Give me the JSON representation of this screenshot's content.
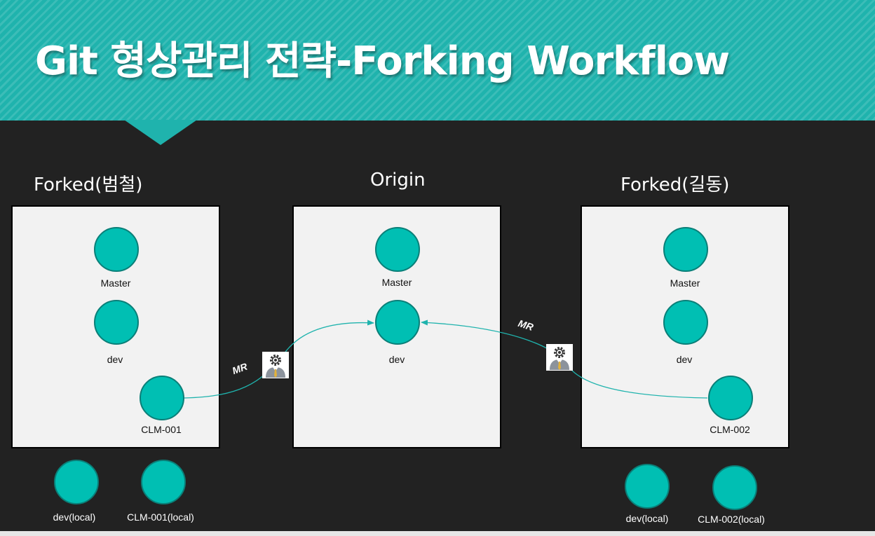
{
  "title": "Git 형상관리 전략-Forking Workflow",
  "sections": {
    "left": "Forked(범철)",
    "center": "Origin",
    "right": "Forked(길동)"
  },
  "nodes": {
    "left_master": "Master",
    "left_dev": "dev",
    "left_clm": "CLM-001",
    "center_master": "Master",
    "center_dev": "dev",
    "right_master": "Master",
    "right_dev": "dev",
    "right_clm": "CLM-002"
  },
  "local": {
    "left_dev": "dev(local)",
    "left_clm": "CLM-001(local)",
    "right_dev": "dev(local)",
    "right_clm": "CLM-002(local)"
  },
  "merge_requests": {
    "left": "MR",
    "right": "MR"
  },
  "colors": {
    "header": "#1fb3ad",
    "node_fill": "#00bfb3",
    "node_border": "#0a7f78",
    "link": "#1fb3ad",
    "background": "#222222",
    "box": "#f2f2f2"
  },
  "icons": {
    "reviewer": "reviewer-person-gear-icon"
  }
}
